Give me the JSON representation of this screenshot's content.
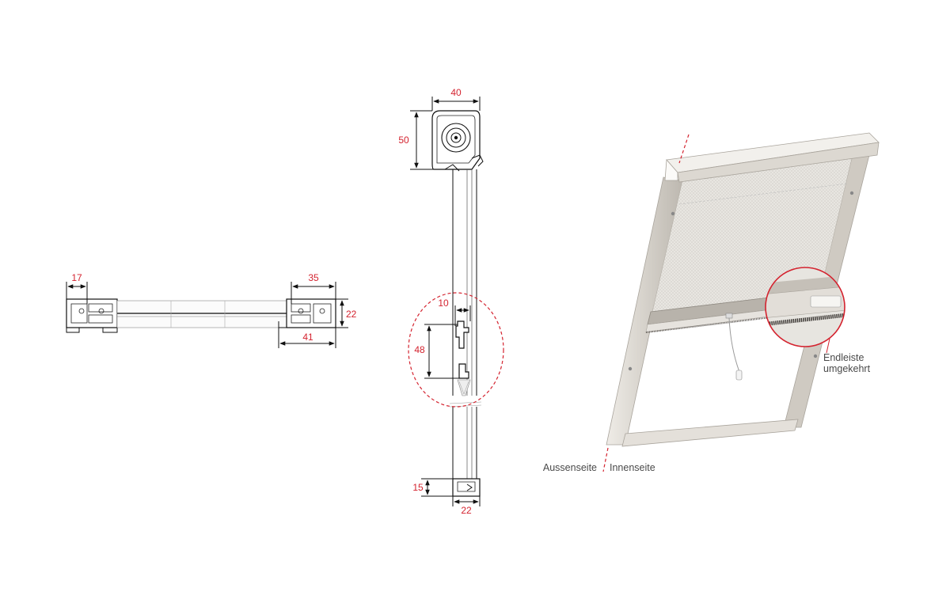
{
  "colors": {
    "dimension_text": "#d4232f",
    "label_text": "#4a4a4a",
    "accent_red": "#d4232f",
    "frame": "#d8d4ce",
    "mesh": "#e4e2dd"
  },
  "horizontal_section": {
    "dim_left": "17",
    "dim_top_right": "35",
    "dim_bottom_right": "41",
    "dim_height": "22"
  },
  "vertical_section": {
    "dim_cassette_width": "40",
    "dim_cassette_height": "50",
    "dim_bar_offset": "10",
    "dim_bar_height": "48",
    "dim_bottom_height": "15",
    "dim_bottom_width": "22"
  },
  "product_view": {
    "label_outside": "Aussenseite",
    "label_inside": "Innenseite",
    "callout_line1": "Endleiste",
    "callout_line2": "umgekehrt"
  }
}
